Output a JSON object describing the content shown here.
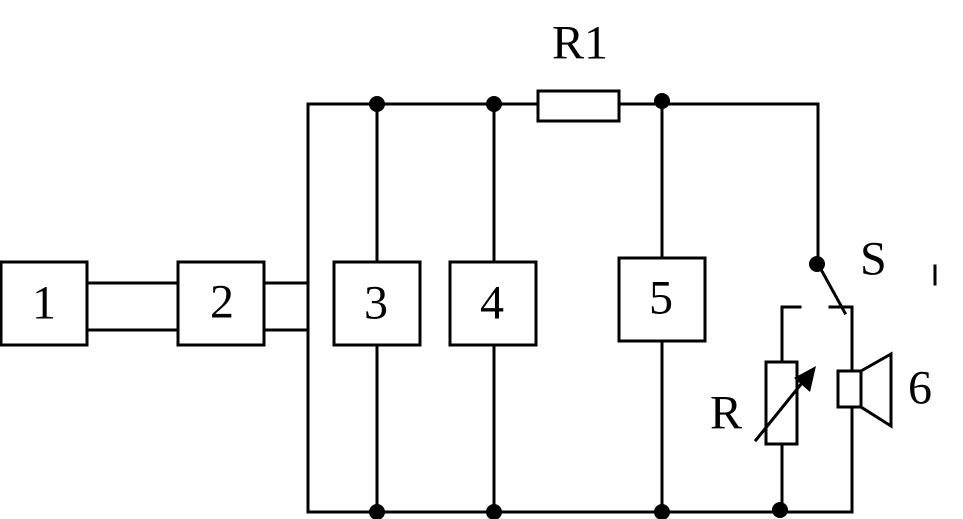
{
  "labels": {
    "block_1": "1",
    "block_2": "2",
    "block_3": "3",
    "block_4": "4",
    "block_5": "5",
    "resistor_r1": "R1",
    "switch_s": "S",
    "variable_resistor_r": "R",
    "speaker_6": "6"
  }
}
